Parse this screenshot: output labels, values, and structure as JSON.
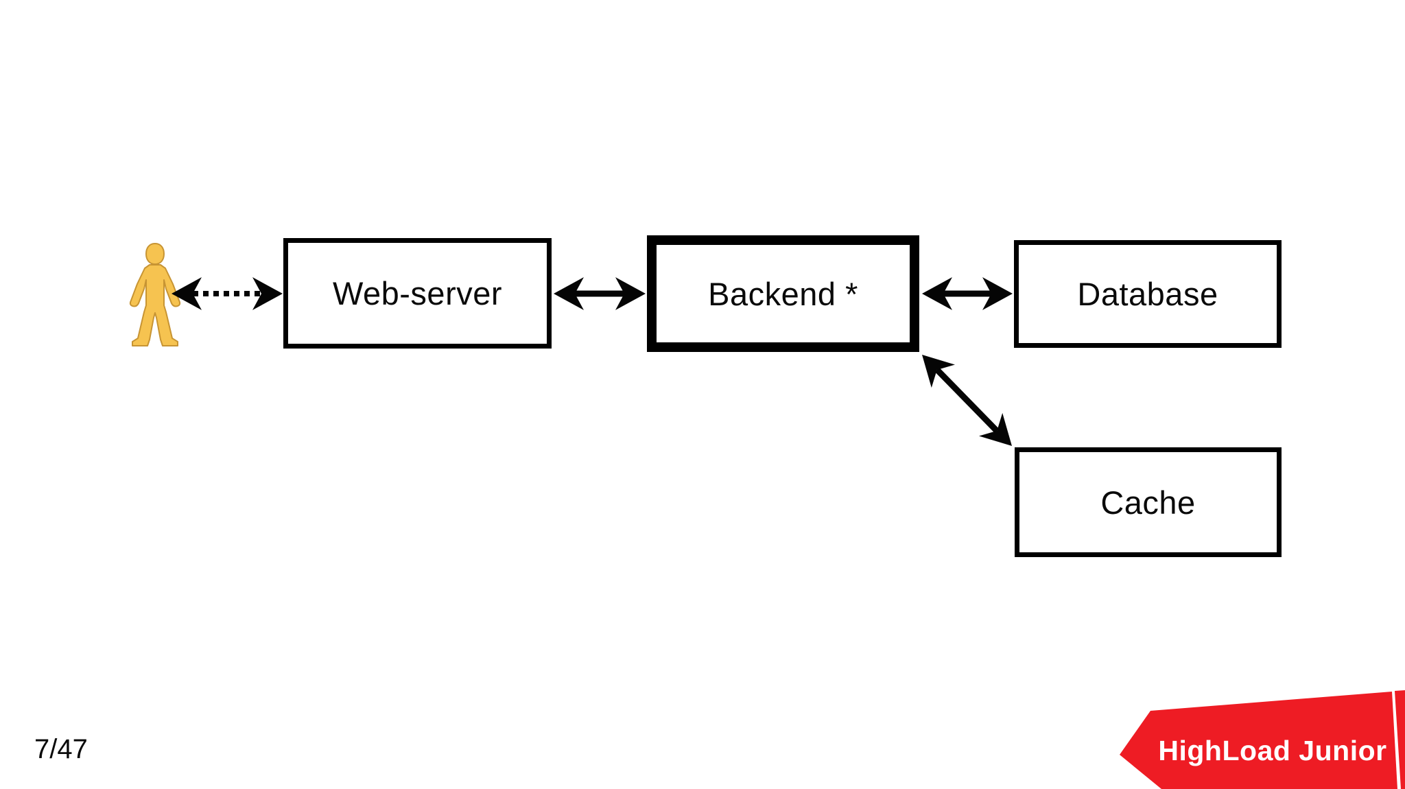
{
  "slide": {
    "page_indicator": "7/47"
  },
  "diagram": {
    "nodes": {
      "user": {
        "type": "person-icon",
        "label": ""
      },
      "web": {
        "label": "Web-server",
        "emphasis": false
      },
      "backend": {
        "label": "Backend *",
        "emphasis": true
      },
      "database": {
        "label": "Database",
        "emphasis": false
      },
      "cache": {
        "label": "Cache",
        "emphasis": false
      }
    },
    "edges": [
      {
        "from": "user",
        "to": "web",
        "style": "dotted",
        "direction": "both"
      },
      {
        "from": "web",
        "to": "backend",
        "style": "solid",
        "direction": "both"
      },
      {
        "from": "backend",
        "to": "database",
        "style": "solid",
        "direction": "both"
      },
      {
        "from": "backend",
        "to": "cache",
        "style": "solid",
        "direction": "both"
      }
    ]
  },
  "logo": {
    "label": "HighLoad Junior",
    "background": "#ee1c24",
    "text_color": "#ffffff"
  },
  "colors": {
    "person_fill": "#F6C350",
    "person_stroke": "#C79433",
    "line": "#050505",
    "box_border": "#000000",
    "background": "#ffffff"
  }
}
